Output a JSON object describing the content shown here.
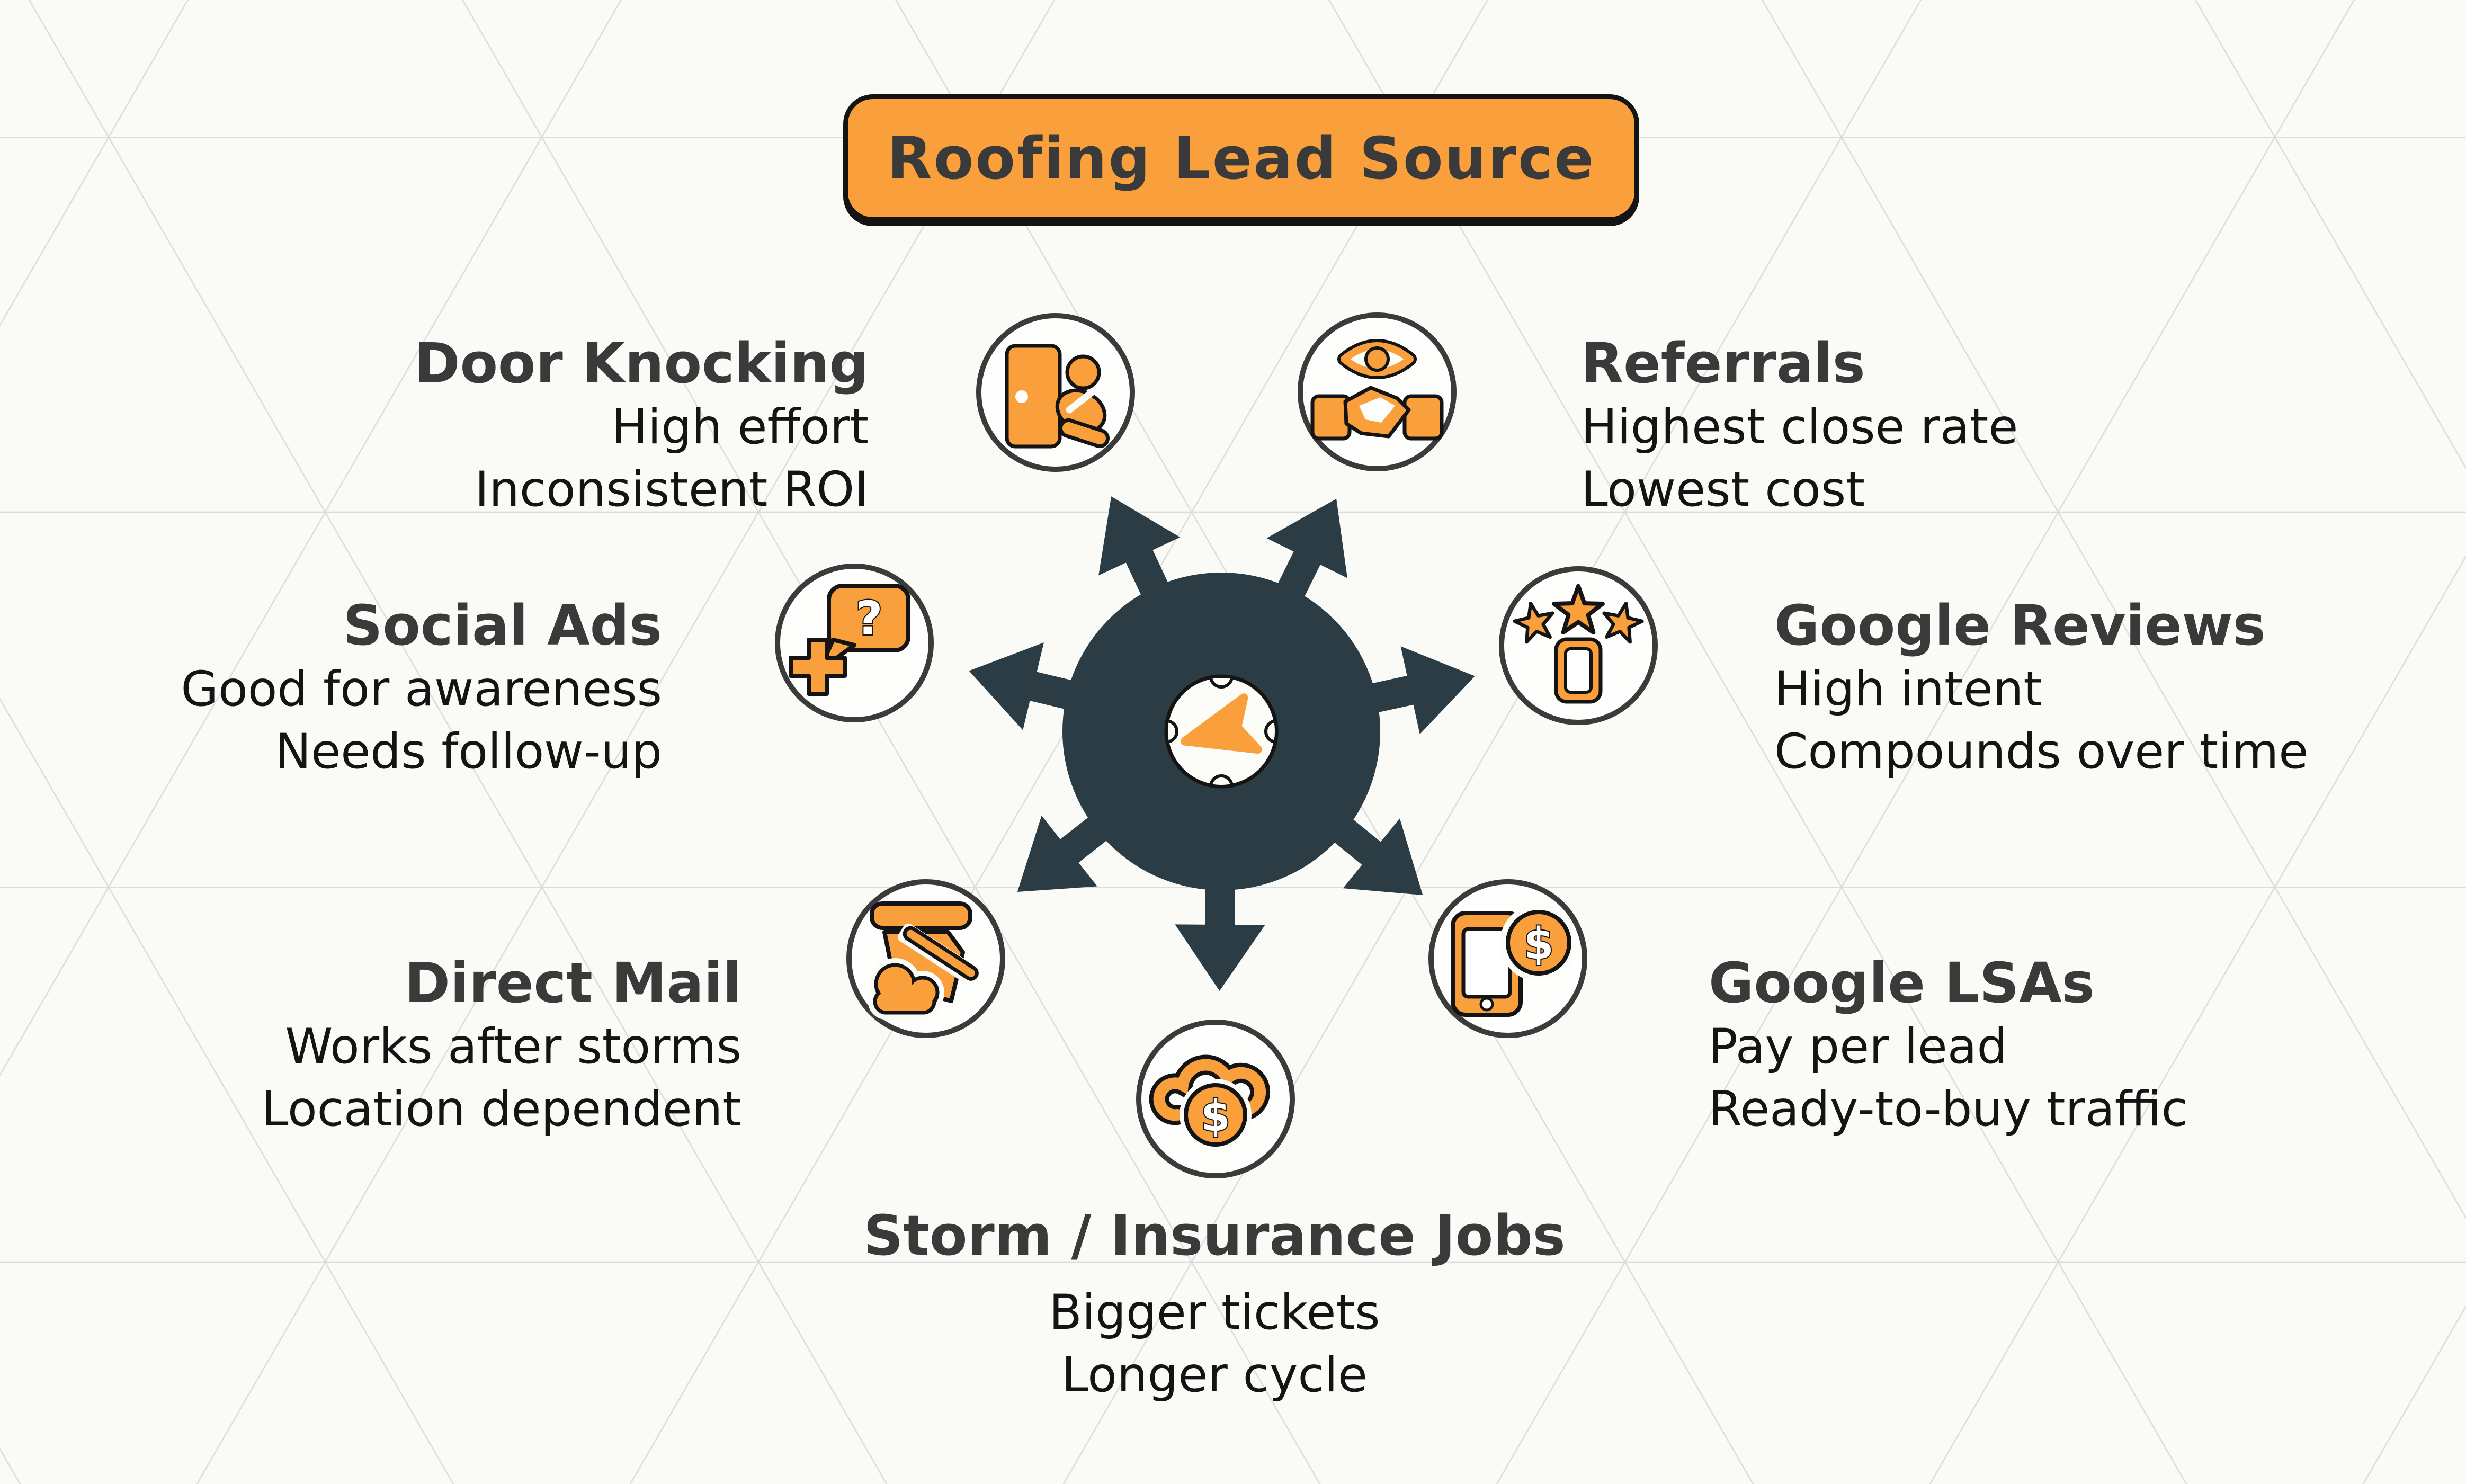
{
  "title": "Roofing Lead Source",
  "colors": {
    "orange": "#F9A03C",
    "hub_dark": "#2B3C44",
    "circle_border": "#3B3B3B",
    "heading_text": "#3A3A3A",
    "body_text": "#141414",
    "background": "#FAFAF7",
    "grid_line": "#DBDBDB"
  },
  "center": {
    "icon": "compass-icon"
  },
  "glyphs": {
    "dollar": "$",
    "question": "?"
  },
  "sources": [
    {
      "name": "Door Knocking",
      "lines": [
        "High effort",
        "Inconsistent ROI"
      ],
      "icon": "door-knocking-icon",
      "position": "upper-left"
    },
    {
      "name": "Referrals",
      "lines": [
        "Highest close rate",
        "Lowest cost"
      ],
      "icon": "referral-handshake-eye-icon",
      "position": "upper-right"
    },
    {
      "name": "Social Ads",
      "lines": [
        "Good for awareness",
        "Needs follow-up"
      ],
      "icon": "question-bubble-plus-icon",
      "position": "left"
    },
    {
      "name": "Google Reviews",
      "lines": [
        "High intent",
        "Compounds over time"
      ],
      "icon": "three-stars-phone-icon",
      "position": "right"
    },
    {
      "name": "Direct Mail",
      "lines": [
        "Works after storms",
        "Location dependent"
      ],
      "icon": "house-storm-cloud-icon",
      "position": "lower-left"
    },
    {
      "name": "Google LSAs",
      "lines": [
        "Pay per lead",
        "Ready-to-buy traffic"
      ],
      "icon": "phone-dollar-coin-icon",
      "position": "lower-right"
    },
    {
      "name": "Storm / Insurance Jobs",
      "lines": [
        "Bigger tickets",
        "Longer cycle"
      ],
      "icon": "cloud-dollar-coin-icon",
      "position": "bottom"
    }
  ]
}
